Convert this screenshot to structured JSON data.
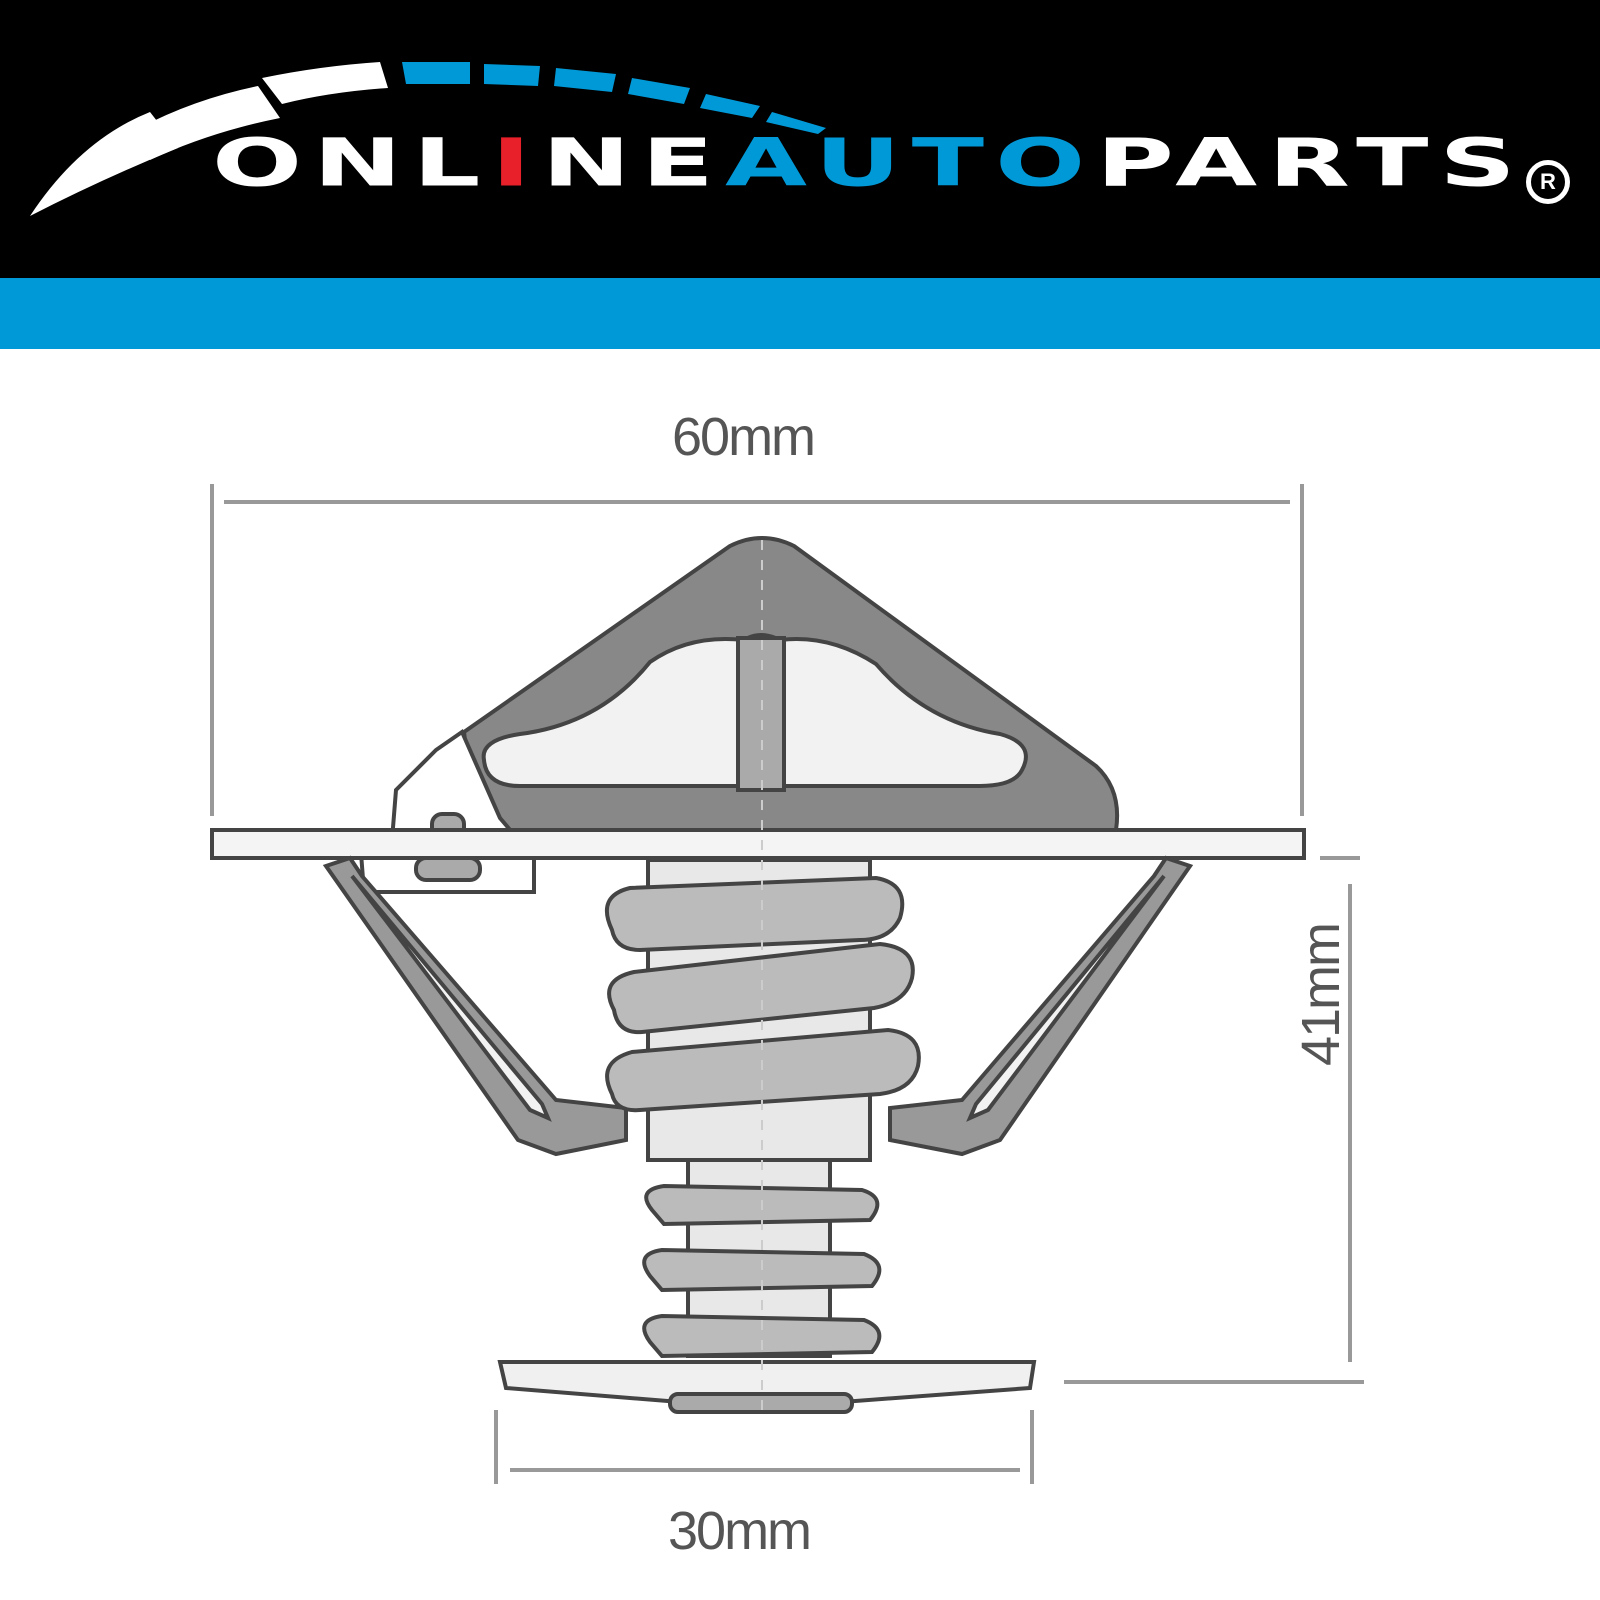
{
  "brand": {
    "word_parts": [
      {
        "text": "onl",
        "color": "#ffffff"
      },
      {
        "text": "i",
        "color": "#e8202a"
      },
      {
        "text": "ne",
        "color": "#ffffff"
      },
      {
        "text": "auto",
        "color": "#0099d8"
      },
      {
        "text": "parts",
        "color": "#ffffff"
      }
    ],
    "registered_mark": "R",
    "stripe_color": "#0099d8",
    "header_color": "#000000"
  },
  "dimensions": {
    "width_top": "60mm",
    "height_right": "41mm",
    "width_bottom": "30mm"
  },
  "icons": [
    "swoosh-logo-icon",
    "thermostat-diagram"
  ]
}
